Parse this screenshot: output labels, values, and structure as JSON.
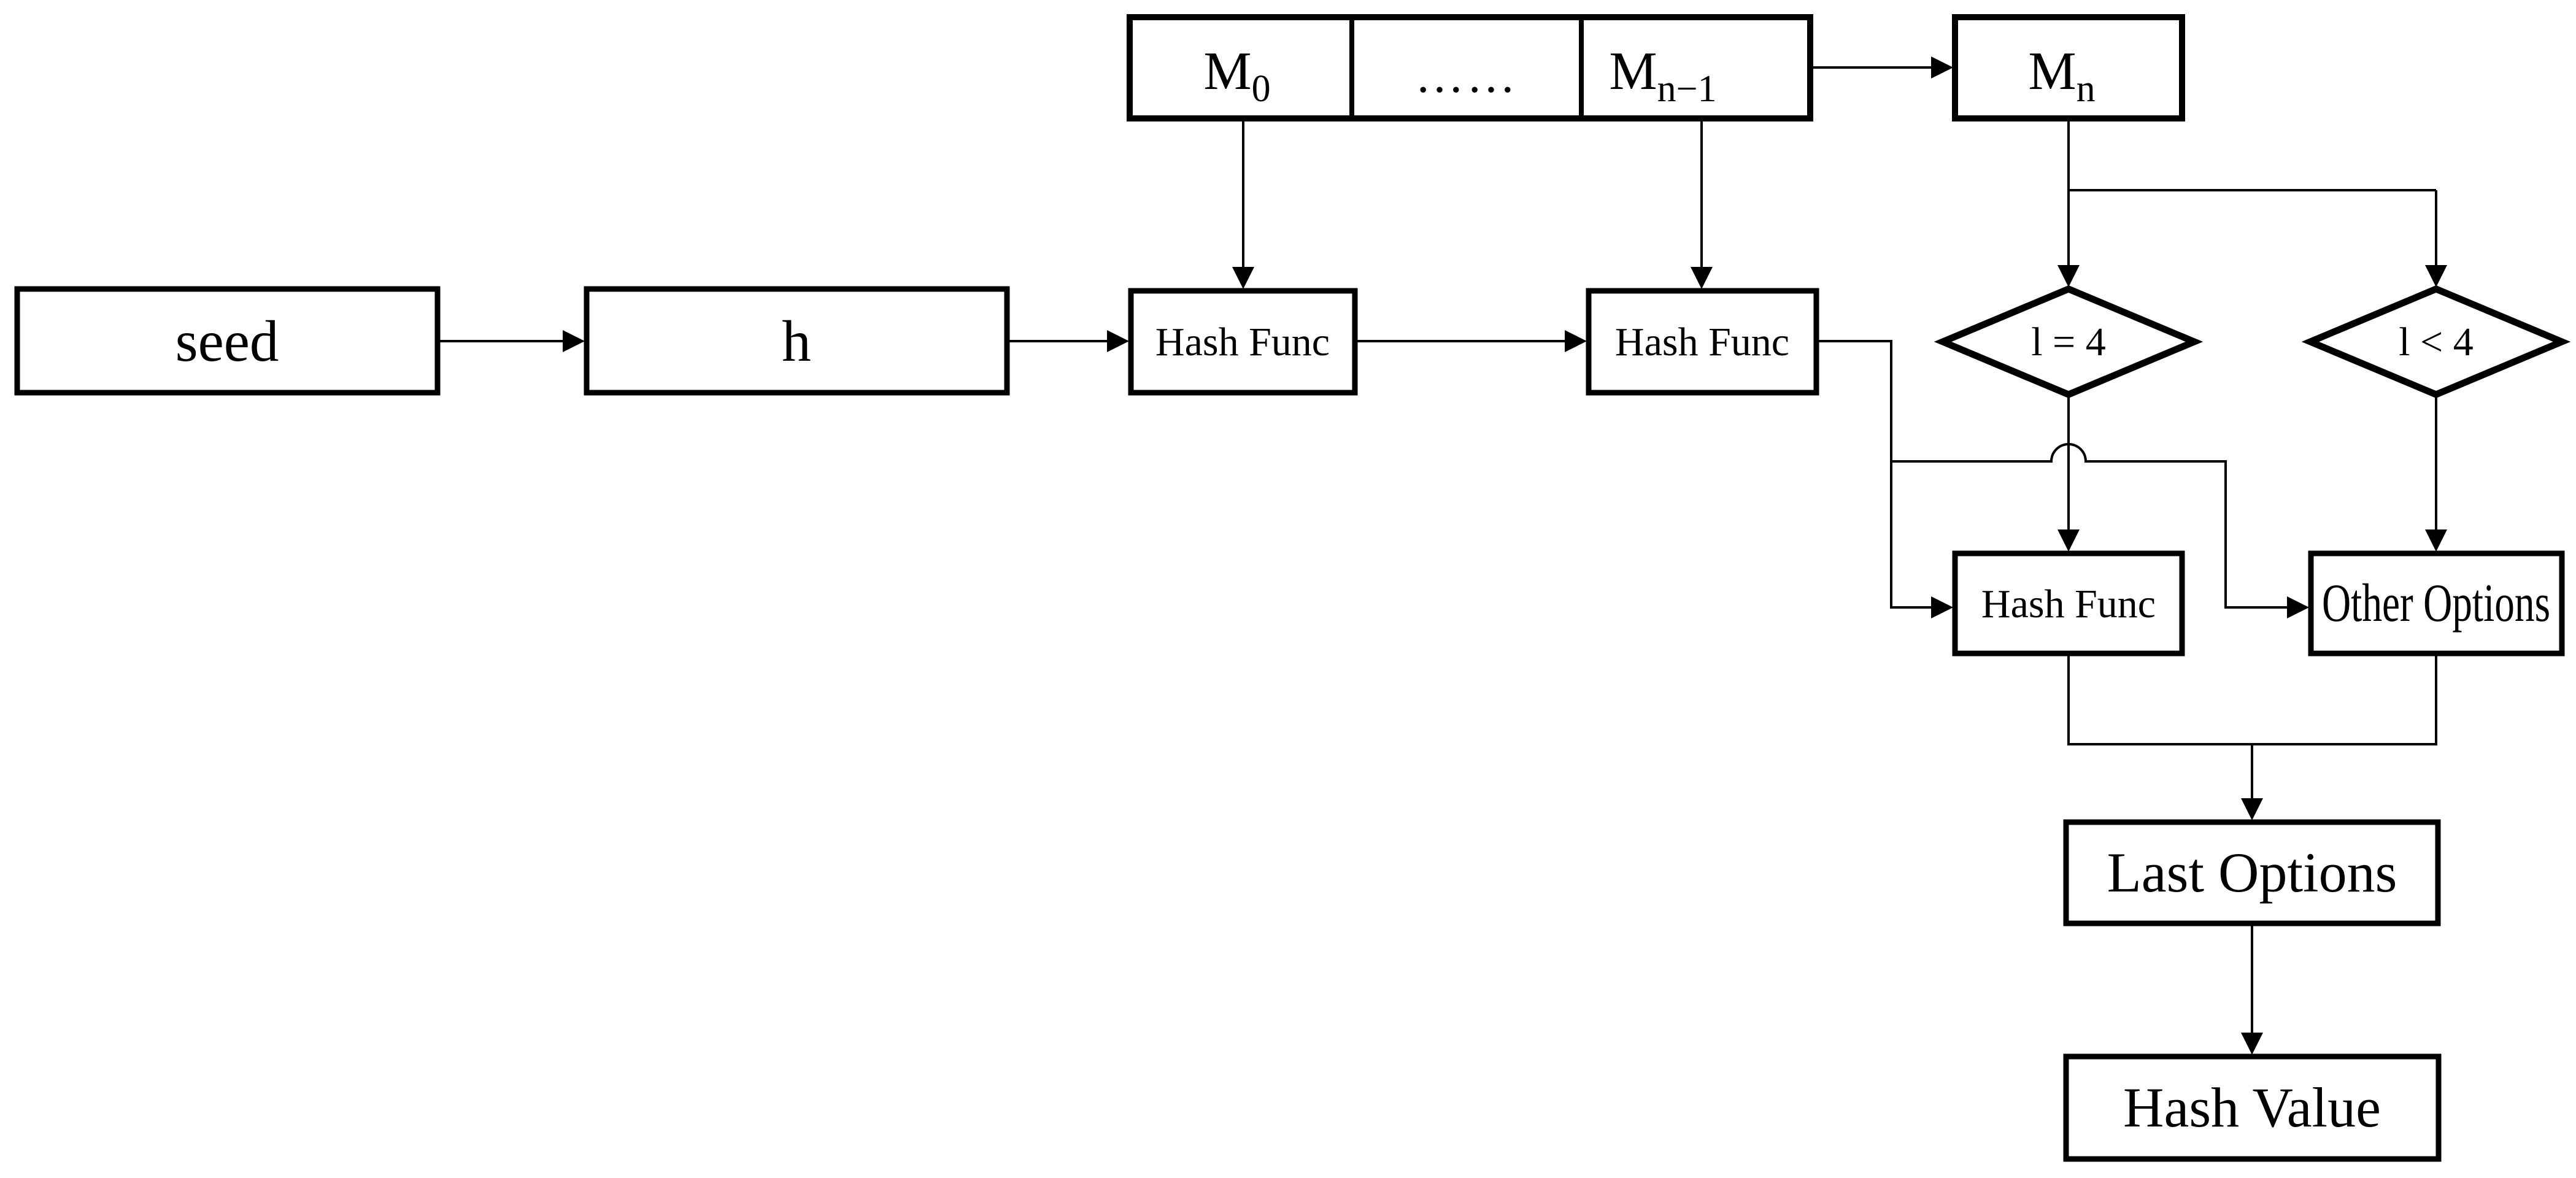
{
  "page": {
    "background": "#ffffff"
  },
  "colors": {
    "stroke": "#000000",
    "box_fill": "#ffffff",
    "text": "#000000"
  },
  "nodes": {
    "m0": {
      "main": "M",
      "sub": "0"
    },
    "m_dots": {
      "label": "……"
    },
    "m_n_minus_1": {
      "main": "M",
      "sub": "n−1"
    },
    "m_n": {
      "main": "M",
      "sub": "n"
    },
    "seed": {
      "label": "seed"
    },
    "h": {
      "label": "h"
    },
    "hash_func_1": {
      "label": "Hash Func"
    },
    "hash_func_2": {
      "label": "Hash Func"
    },
    "cond_l_eq_4": {
      "label": "l = 4"
    },
    "cond_l_lt_4": {
      "label": "l < 4"
    },
    "hash_func_3": {
      "label": "Hash Func"
    },
    "other_options": {
      "label": "Other Options"
    },
    "last_options": {
      "label": "Last Options"
    },
    "hash_value": {
      "label": "Hash Value"
    }
  }
}
